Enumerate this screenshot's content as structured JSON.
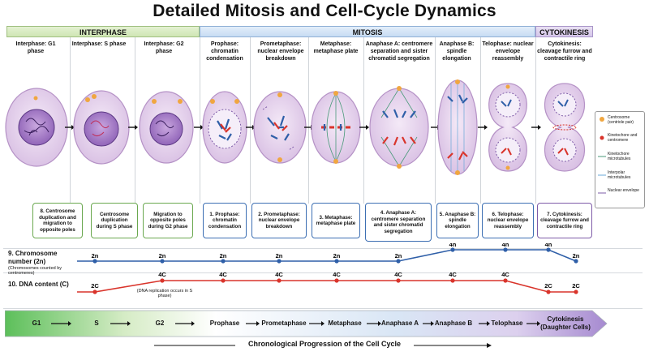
{
  "title": "Detailed Mitosis and Cell-Cycle Dynamics",
  "phases": {
    "interphase": "INTERPHASE",
    "mitosis": "MITOSIS",
    "cytokinesis": "CYTOKINESIS"
  },
  "stages": [
    {
      "title": "Interphase: G1 phase"
    },
    {
      "title": "Interphase: S phase"
    },
    {
      "title": "Interphase: G2 phase"
    },
    {
      "title": "Prophase: chromatin condensation"
    },
    {
      "title": "Prometaphase: nuclear envelope breakdown"
    },
    {
      "title": "Metaphase: metaphase plate"
    },
    {
      "title": "Anaphase A: centromere separation and sister chromatid segregation"
    },
    {
      "title": "Anaphase B: spindle elongation"
    },
    {
      "title": "Telophase: nuclear envelope reassembly"
    },
    {
      "title": "Cytokinesis: cleavage furrow and contractile ring"
    }
  ],
  "descriptions": [
    "8. Centrosome duplication and migration to opposite poles",
    "Centrosome duplication during S phase",
    "Migration to opposite poles during G2 phase",
    "1. Prophase: chromatin condensation",
    "2. Prometaphase: nuclear envelope breakdown",
    "3. Metaphase: metaphase plate",
    "4. Anaphase A: centromere separation and sister chromatid segregation",
    "5. Anaphase B: spindle elongation",
    "6. Telophase: nuclear envelope reassembly",
    "7. Cytokinesis: cleavage furrow and contractile ring"
  ],
  "legend": {
    "centrosome": "Centrosome (centriole pair)",
    "kinetochore": "Kinetochore and centromere",
    "kt_microtubules": "Kinetochore microtubules",
    "interpolar": "Interpolar microtubules",
    "envelope": "Nuclear envelope"
  },
  "chromosome": {
    "label": "9. Chromosome number (2n)",
    "sub": "(Chromosomes counted by centromeres)",
    "values": [
      "2n",
      "2n",
      "2n",
      "2n",
      "2n",
      "2n",
      "4n",
      "4n",
      "4n",
      "2n",
      "2n"
    ],
    "levels": [
      0,
      0,
      0,
      0,
      0,
      0,
      1,
      1,
      1,
      0,
      0
    ]
  },
  "dna": {
    "label": "10. DNA content (C)",
    "values": [
      "2C",
      "4C",
      "4C",
      "4C",
      "4C",
      "4C",
      "4C",
      "4C",
      "2C",
      "2C"
    ],
    "levels": [
      0,
      1,
      1,
      1,
      1,
      1,
      1,
      1,
      0,
      0
    ],
    "note": "(DNA replication occurs in S phase)"
  },
  "timeline": {
    "labels": [
      "G1",
      "S",
      "G2",
      "Prophase",
      "Prometaphase",
      "Metaphase",
      "Anaphase A",
      "Anaphase B",
      "Telophase",
      "Cytokinesis (Daughter Cells)"
    ],
    "caption": "Chronological Progression of the Cell Cycle"
  },
  "colors": {
    "chromosome_line": "#2f5fa8",
    "dna_line": "#d9342b",
    "cell_fill": "#e9d7ef",
    "nucleus": "#8c5fb5"
  }
}
